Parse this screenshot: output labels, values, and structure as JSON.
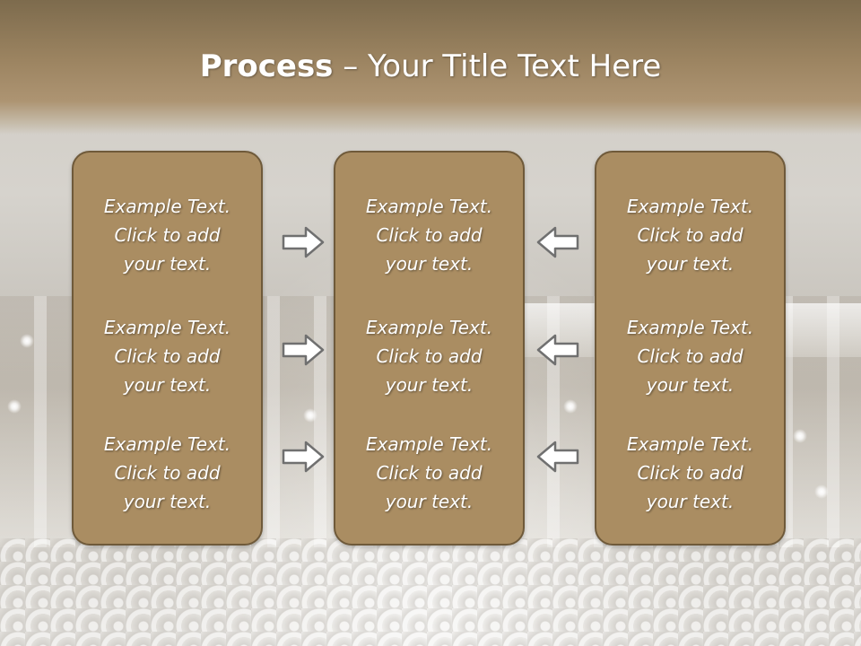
{
  "title": {
    "bold": "Process",
    "rest": " – Your Title Text Here"
  },
  "columns": [
    {
      "id": "left",
      "items": [
        "Example Text.\nClick  to add\nyour text.",
        "Example Text.\nClick  to add\nyour text.",
        "Example Text.\nClick  to add\nyour text."
      ]
    },
    {
      "id": "center",
      "items": [
        "Example Text.\nClick  to add\nyour text.",
        "Example Text.\nClick  to add\nyour text.",
        "Example Text.\nClick  to add\nyour text."
      ]
    },
    {
      "id": "right",
      "items": [
        "Example Text.\nClick  to add\nyour text.",
        "Example Text.\nClick  to add\nyour text.",
        "Example Text.\nClick  to add\nyour text."
      ]
    }
  ],
  "arrows": {
    "left_to_center": [
      "arrow-right-icon",
      "arrow-right-icon",
      "arrow-right-icon"
    ],
    "right_to_center": [
      "arrow-left-icon",
      "arrow-left-icon",
      "arrow-left-icon"
    ]
  },
  "colors": {
    "header": "#9c8461",
    "box_fill": "#aa8d62",
    "box_border": "#6f5a3a",
    "text": "#ffffff",
    "arrow_fill": "#ffffff",
    "arrow_stroke": "#707070"
  }
}
